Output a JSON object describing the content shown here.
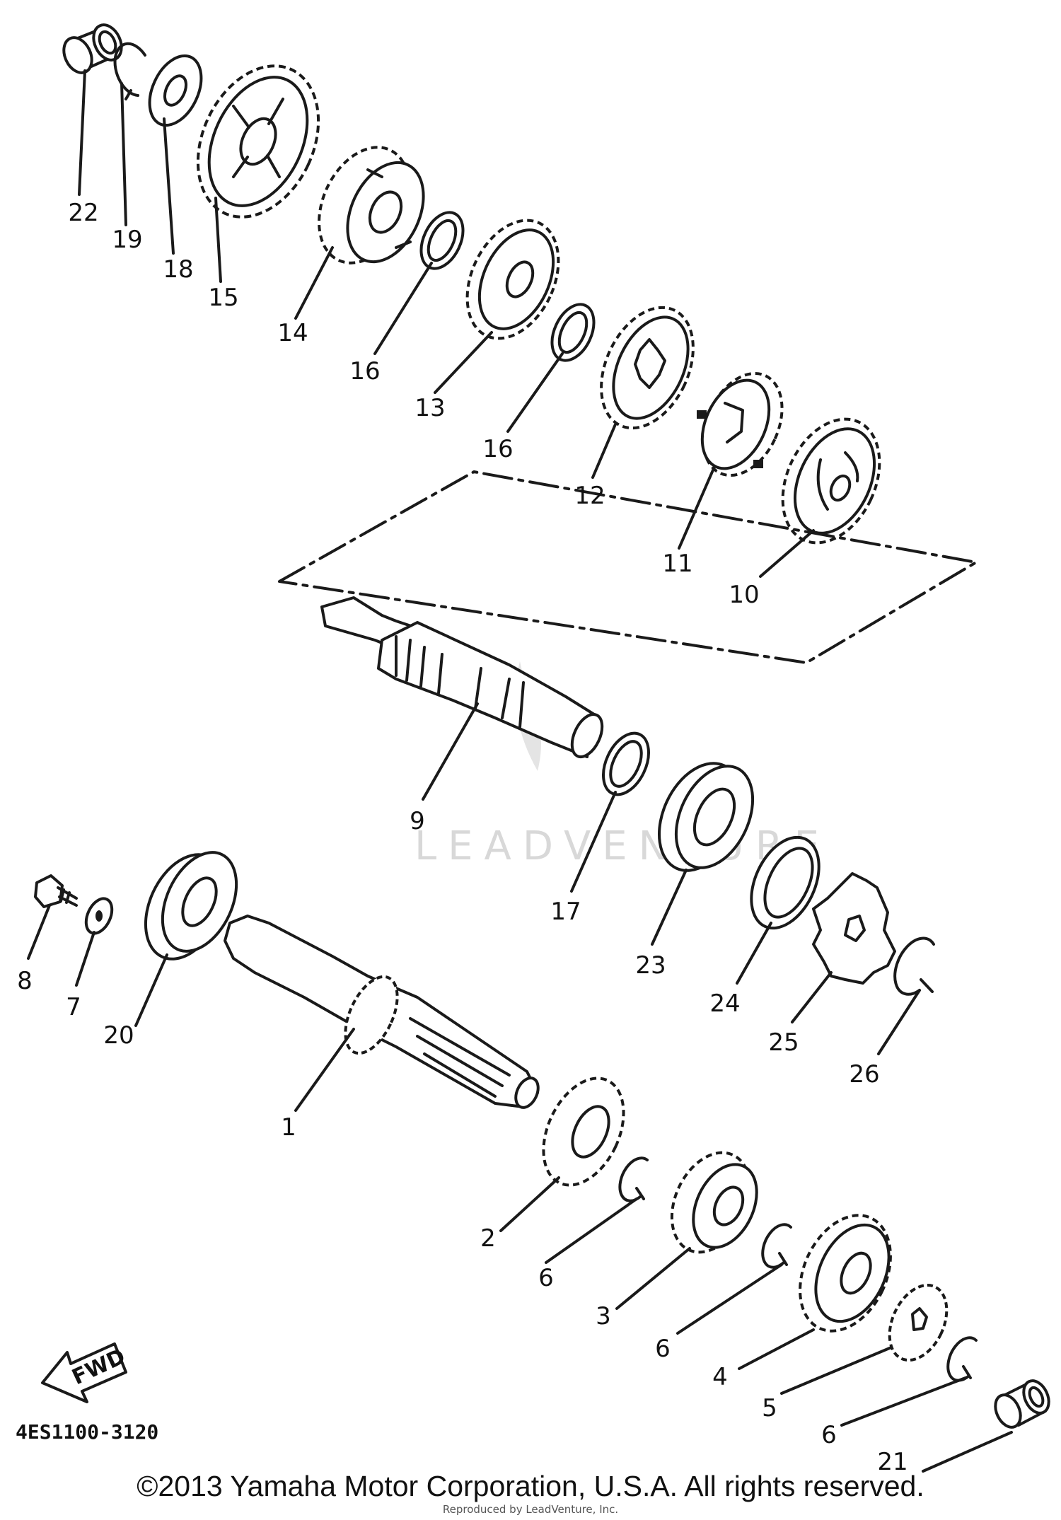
{
  "diagram": {
    "part_code": "4ES1100-3120",
    "fwd_label": "FWD",
    "watermark": "LEADVENTURE",
    "footer": "©2013 Yamaha Motor Corporation, U.S.A. All rights reserved.",
    "footer_small": "Reproduced by LeadVenture, Inc.",
    "labels": [
      "1",
      "2",
      "3",
      "4",
      "5",
      "6",
      "6",
      "6",
      "7",
      "8",
      "9",
      "10",
      "11",
      "12",
      "13",
      "14",
      "15",
      "16",
      "16",
      "17",
      "18",
      "19",
      "20",
      "21",
      "22",
      "23",
      "24",
      "25",
      "26"
    ]
  }
}
